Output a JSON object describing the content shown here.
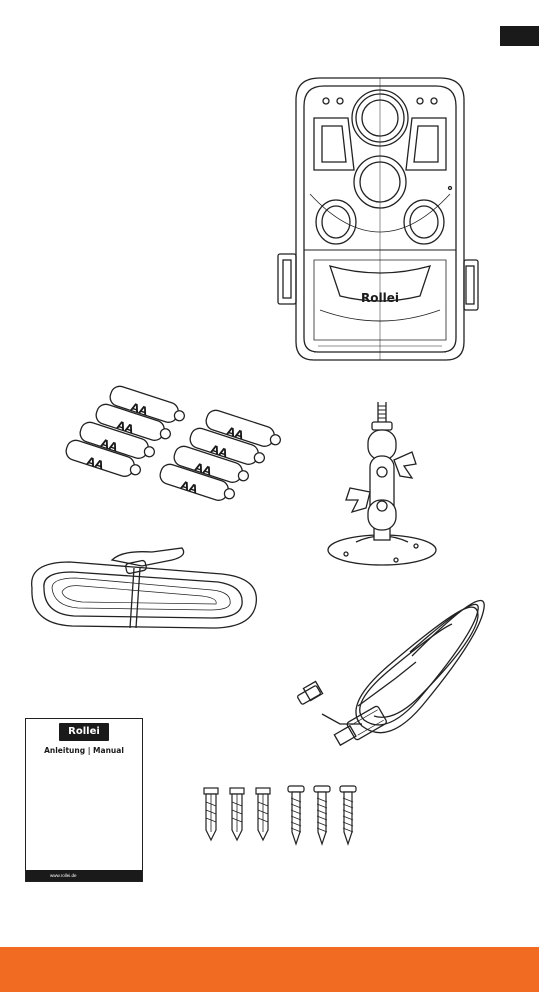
{
  "brand": {
    "logo": "Rollei"
  },
  "battery": {
    "label": "AA"
  },
  "manual": {
    "title": "Anleitung | Manual",
    "url": "www.rollei.de"
  },
  "colors": {
    "accent": "#f26b22",
    "ink": "#1a1a1a",
    "tab": "#1a1a1a"
  },
  "contents": [
    "camera-front-icon",
    "battery-icon",
    "wall-mount-icon",
    "strap-icon",
    "usb-cable-icon",
    "manual-icon",
    "wall-plug-icon",
    "screw-icon"
  ]
}
